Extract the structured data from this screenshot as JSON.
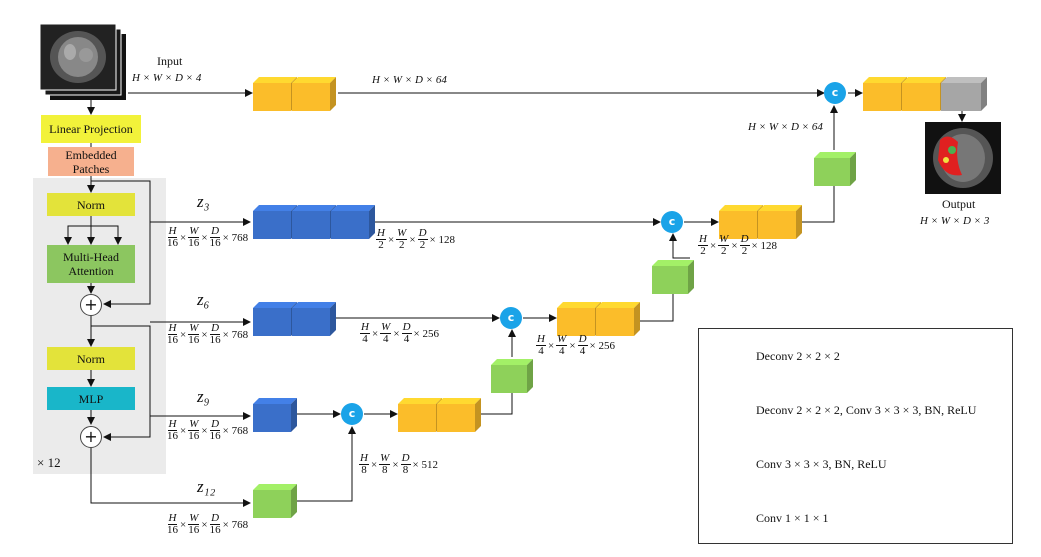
{
  "labels": {
    "input": "Input",
    "output": "Output",
    "linear_projection": "Linear Projection",
    "embedded_patches": "Embedded Patches",
    "norm1": "Norm",
    "mha": "Multi-Head Attention",
    "norm2": "Norm",
    "mlp": "MLP",
    "repeat": "× 12",
    "plus": "+",
    "concat": "c"
  },
  "dims": {
    "input": "H × W × D × 4",
    "top": "H × W × D × 64",
    "top_up": "H × W × D × 64",
    "output": "H × W × D × 3",
    "z_dims": "× 768",
    "d128": "× 128",
    "d256": "× 256",
    "d512": "× 512",
    "up128": "× 128",
    "up256": "× 256"
  },
  "z": {
    "z3": "z₃",
    "z6": "z₆",
    "z9": "z₉",
    "z12": "z₁₂"
  },
  "frac": {
    "H": "H",
    "W": "W",
    "D": "D",
    "n16": "16",
    "n2": "2",
    "n4": "4",
    "n8": "8",
    "times": "×"
  },
  "legend": [
    {
      "label": "Deconv 2 × 2 × 2",
      "color": "#8ed15a"
    },
    {
      "label": "Deconv 2 × 2 × 2,  Conv 3 × 3 × 3, BN, ReLU",
      "color": "#3a6fc9"
    },
    {
      "label": "Conv 3 × 3 × 3, BN, ReLU",
      "color": "#fbbd2a"
    },
    {
      "label": "Conv 1 × 1 × 1",
      "color": "#a6a6a6"
    }
  ],
  "colors": {
    "green": "#8ed15a",
    "blue": "#3a6fc9",
    "yellow": "#fbbd2a",
    "gray": "#a6a6a6",
    "concat": "#1aa3e8",
    "linear_projection": "#f2f23a",
    "embedded_patches": "#f6b08e",
    "norm": "#e3e33a",
    "mha": "#8cc660",
    "mlp": "#19b6c9"
  }
}
